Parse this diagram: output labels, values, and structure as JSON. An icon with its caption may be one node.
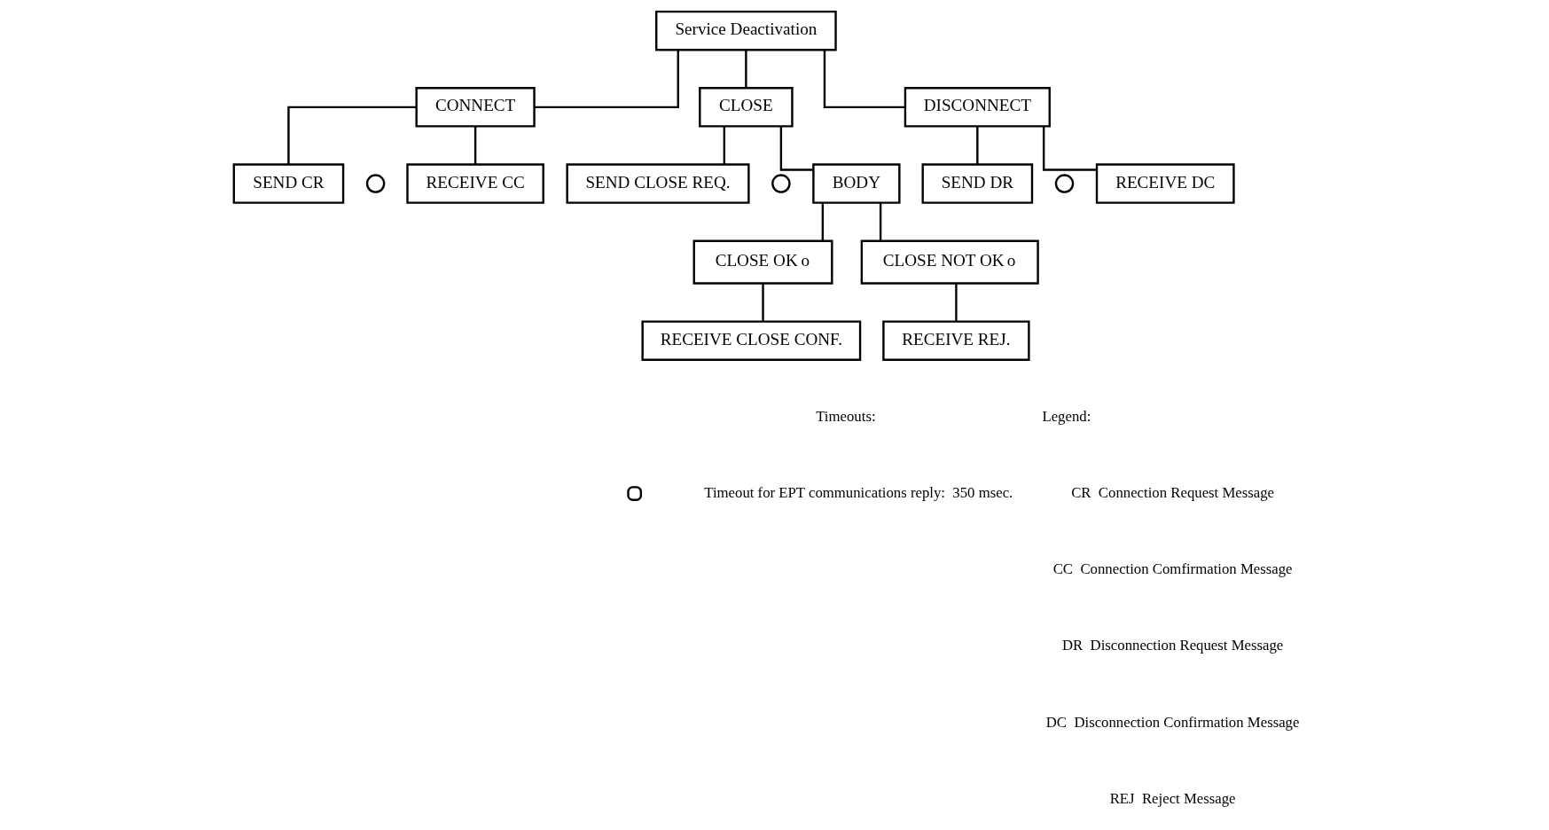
{
  "diagram": {
    "nodes": [
      {
        "text": [
          "Service Deactivation"
        ]
      },
      {
        "text": [
          "CONNECT"
        ]
      },
      {
        "text": [
          "CLOSE"
        ]
      },
      {
        "text": [
          "DISCONNECT"
        ]
      },
      {
        "text": [
          "SEND CR"
        ]
      },
      {
        "text": [],
        "shape": "clock"
      },
      {
        "text": [
          "RECEIVE CC"
        ]
      },
      {
        "text": [
          "SEND CLOSE REQ."
        ]
      },
      {
        "text": [],
        "shape": "clock"
      },
      {
        "text": [
          "BODY"
        ]
      },
      {
        "text": [
          "SEND DR"
        ]
      },
      {
        "text": [],
        "shape": "clock"
      },
      {
        "text": [
          "RECEIVE DC"
        ]
      },
      {
        "text": [
          "CLOSE OK",
          "o"
        ]
      },
      {
        "text": [
          "CLOSE NOT OK",
          "o"
        ]
      },
      {
        "text": [
          "RECEIVE CLOSE CONF."
        ]
      },
      {
        "text": [
          "RECEIVE REJ."
        ]
      }
    ],
    "edges": [
      {
        "from": 0,
        "to": 1,
        "arrow": "none"
      },
      {
        "from": 0,
        "to": 2,
        "arrow": "none"
      },
      {
        "from": 0,
        "to": 3,
        "arrow": "none"
      },
      {
        "from": 1,
        "to": 4,
        "arrow": "none"
      },
      {
        "from": 1,
        "to": 6,
        "arrow": "none"
      },
      {
        "from": 2,
        "to": 7,
        "arrow": "none"
      },
      {
        "from": 2,
        "to": 9,
        "arrow": "none"
      },
      {
        "from": 3,
        "to": 10,
        "arrow": "none"
      },
      {
        "from": 3,
        "to": 12,
        "arrow": "none"
      },
      {
        "from": 9,
        "to": 13,
        "arrow": "none"
      },
      {
        "from": 9,
        "to": 14,
        "arrow": "none"
      },
      {
        "from": 13,
        "to": 15,
        "arrow": "none"
      },
      {
        "from": 14,
        "to": 16,
        "arrow": "none"
      }
    ],
    "labels": [
      "Timeouts:",
      "Legend:",
      "CR  Connection Request Message",
      "CC  Connection Comfirmation Message",
      "DR  Disconnection Request Message",
      "DC  Disconnection Confirmation Message",
      "REJ  Reject Message"
    ],
    "legend": [
      {
        "text": "Timeout for EPT communications reply:  350 msec."
      }
    ]
  }
}
